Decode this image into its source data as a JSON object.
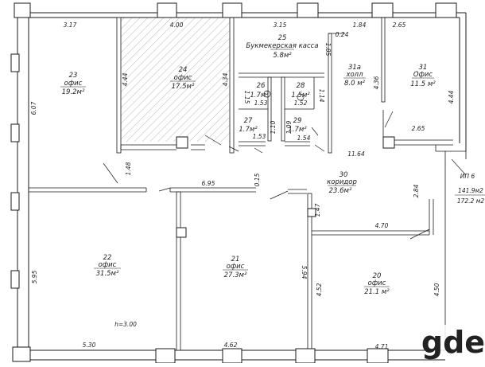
{
  "rooms": [
    {
      "id": "23",
      "name": "офис",
      "area": "19.2м²"
    },
    {
      "id": "24",
      "name": "офис",
      "area": "17.5м²"
    },
    {
      "id": "25",
      "name": "Букмекерская касса",
      "area": "5.8м²"
    },
    {
      "id": "26",
      "name": "",
      "area": "1.7м²"
    },
    {
      "id": "28",
      "name": "",
      "area": "1.5м²"
    },
    {
      "id": "27",
      "name": "",
      "area": "1.7м²"
    },
    {
      "id": "29",
      "name": "",
      "area": "1.7м²"
    },
    {
      "id": "31a",
      "name": "холл",
      "area": "8.0 м²"
    },
    {
      "id": "31",
      "name": "Офис",
      "area": "11.5 м²"
    },
    {
      "id": "30",
      "name": "коридор",
      "area": "23.6м²"
    },
    {
      "id": "22",
      "name": "офис",
      "area": "31.5м²"
    },
    {
      "id": "21",
      "name": "офис",
      "area": "27.3м²"
    },
    {
      "id": "20",
      "name": "офис",
      "area": "21.1 м²"
    }
  ],
  "dimensions": [
    "3.17",
    "4.00",
    "3.15",
    "1.84",
    "2.65",
    "0.24",
    "1.85",
    "6.07",
    "4.44",
    "4.34",
    "1.15",
    "1.53",
    "1.14",
    "1.52",
    "4.36",
    "4.44",
    "2.65",
    "1.10",
    "1.09",
    "1.53",
    "1.54",
    "11.64",
    "1.48",
    "6.95",
    "0.15",
    "2.84",
    "1.47",
    "4.70",
    "5.95",
    "5.94",
    "4.52",
    "4.50",
    "5.30",
    "4.62",
    "4.71"
  ],
  "notes": {
    "height": "h=3.00",
    "ip": "ИП 6",
    "total_1": "141.9м2",
    "total_2": "172.2 м2"
  },
  "watermark": "gde",
  "colors": {
    "line": "#1a1a1a",
    "wall_fill": "#ffffff",
    "hatch": "#777777",
    "watermark": "#9ecf4a"
  }
}
